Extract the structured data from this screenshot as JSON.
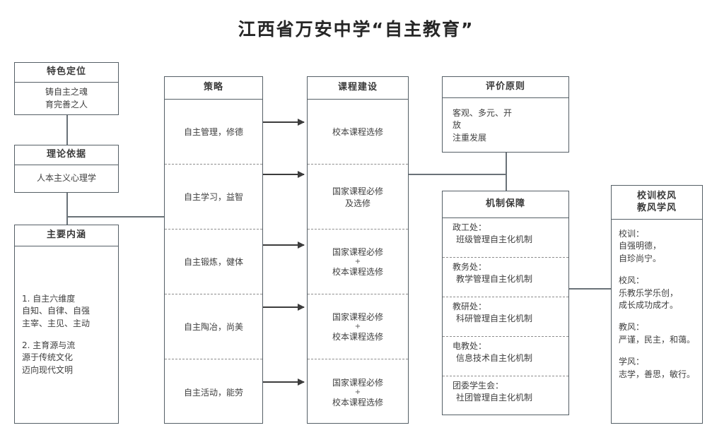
{
  "title": "江西省万安中学“自主教育”",
  "left_column": {
    "positioning": {
      "header": "特色定位",
      "lines": [
        "铸自主之魂",
        "育完善之人"
      ]
    },
    "theory": {
      "header": "理论依据",
      "lines": [
        "人本主义心理学"
      ]
    },
    "connotation": {
      "header": "主要内涵",
      "lines": [
        "1. 自主六维度",
        "自知、自律、自强",
        "主宰、主见、主动",
        "",
        "2. 主育源与流",
        "源于传统文化",
        "迈向现代文明"
      ]
    }
  },
  "strategy": {
    "header": "策略",
    "rows": [
      "自主管理，修德",
      "自主学习，益智",
      "自主锻炼，健体",
      "自主陶冶，尚美",
      "自主活动，能劳"
    ]
  },
  "curriculum": {
    "header": "课程建设",
    "rows": [
      {
        "top": "校本课程选修",
        "plus": "",
        "bottom": ""
      },
      {
        "top": "国家课程必修",
        "plus": "",
        "bottom": "及选修"
      },
      {
        "top": "国家课程必修",
        "plus": "+",
        "bottom": "校本课程选修"
      },
      {
        "top": "国家课程必修",
        "plus": "+",
        "bottom": "校本课程选修"
      },
      {
        "top": "国家课程必修",
        "plus": "+",
        "bottom": "校本课程选修"
      }
    ]
  },
  "evaluation": {
    "header": "评价原则",
    "lines": [
      "客观、多元、开",
      "放",
      "注重发展"
    ]
  },
  "mechanism": {
    "header": "机制保障",
    "rows": [
      {
        "dept": "政工处：",
        "detail": "班级管理自主化机制"
      },
      {
        "dept": "教务处：",
        "detail": "教学管理自主化机制"
      },
      {
        "dept": "教研处：",
        "detail": "科研管理自主化机制"
      },
      {
        "dept": "电教处：",
        "detail": "信息技术自主化机制"
      },
      {
        "dept": "团委学生会：",
        "detail": "社团管理自主化机制"
      }
    ]
  },
  "culture": {
    "header_line1": "校训校风",
    "header_line2": "教风学风",
    "groups": [
      {
        "label": "校训：",
        "lines": [
          "自强明德，",
          "自珍尚宁。"
        ]
      },
      {
        "label": "校风：",
        "lines": [
          "乐教乐学乐创，",
          "成长成功成才。"
        ]
      },
      {
        "label": "教风：",
        "lines": [
          "严谨，民主，和蔼。"
        ]
      },
      {
        "label": "学风：",
        "lines": [
          "志学，善思，敏行。"
        ]
      }
    ]
  },
  "colors": {
    "border": "#555f66",
    "text": "#3f3f3f",
    "title": "#262626",
    "connector": "#6a7278"
  }
}
